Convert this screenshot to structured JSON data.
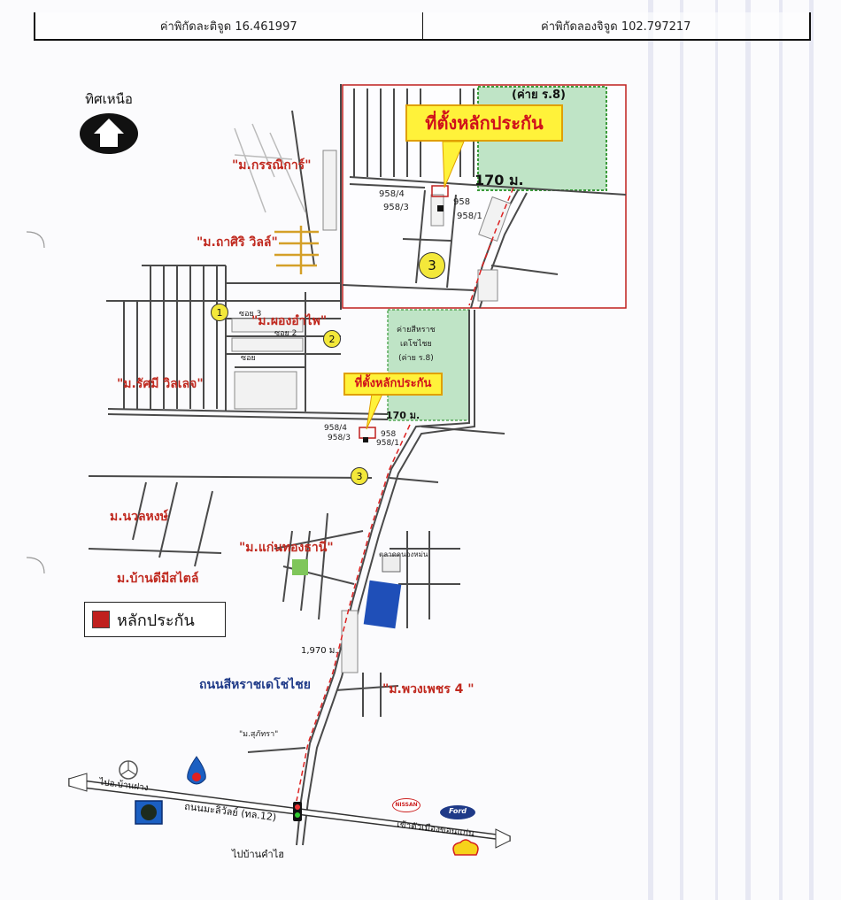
{
  "header": {
    "latitude": "ค่าพิกัดละติจูด 16.461997",
    "longitude": "ค่าพิกัดลองจิจูด 102.797217"
  },
  "north": {
    "label": "ทิศเหนือ"
  },
  "legend": {
    "label": "หลักประกัน",
    "color": "#c0201e"
  },
  "inset": {
    "camp": "(ค่าย ร.8)",
    "callout": "ที่ตั้งหลักประกัน",
    "distance": "170 ม.",
    "lots": [
      "958/4",
      "958/3",
      "958",
      "958/1"
    ],
    "marker": "3"
  },
  "main": {
    "callout": "ที่ตั้งหลักประกัน",
    "distance": "170 ม.",
    "distance_long": "1,970 ม.",
    "camp_name": "ค่ายสีหราช\nเดโชไชย\n(ค่าย ร.8)",
    "lots": [
      "958/4",
      "958/3",
      "958",
      "958/1"
    ],
    "soi": [
      "ซอย 3",
      "ซอย 2",
      "ซอย"
    ],
    "markers": [
      "1",
      "2",
      "3"
    ],
    "villages": [
      "\"ม.กรรณิการ์\"",
      "\"ม.ถาศิริ วิลล์\"",
      "\"ม.ผองอำไพ\"",
      "\"ม.รัศมี วิลเลจ\"",
      "ม.นวลหงษ์",
      "ม.บ้านดีมีสไตล์",
      "\"ม.แก่นทองธานี\"",
      "\"ม.พวงเพชร 4 \"",
      "\"ม.สุภัทรา\""
    ],
    "market": "ตลาดคนองหม่น",
    "roads": {
      "sihrat": "ถนนสีหราชเดโชไชย",
      "mali": "ถนนมะลิวัลย์ (ทล.12)",
      "to_banfang": "ไปอ.บ้านฝาง",
      "to_city": "เข้าตัวเมืองขอนแก่น",
      "to_kham": "ไปบ้านคำไฮ"
    },
    "brands": {
      "nissan": "NISSAN",
      "ford": "Ford"
    }
  }
}
